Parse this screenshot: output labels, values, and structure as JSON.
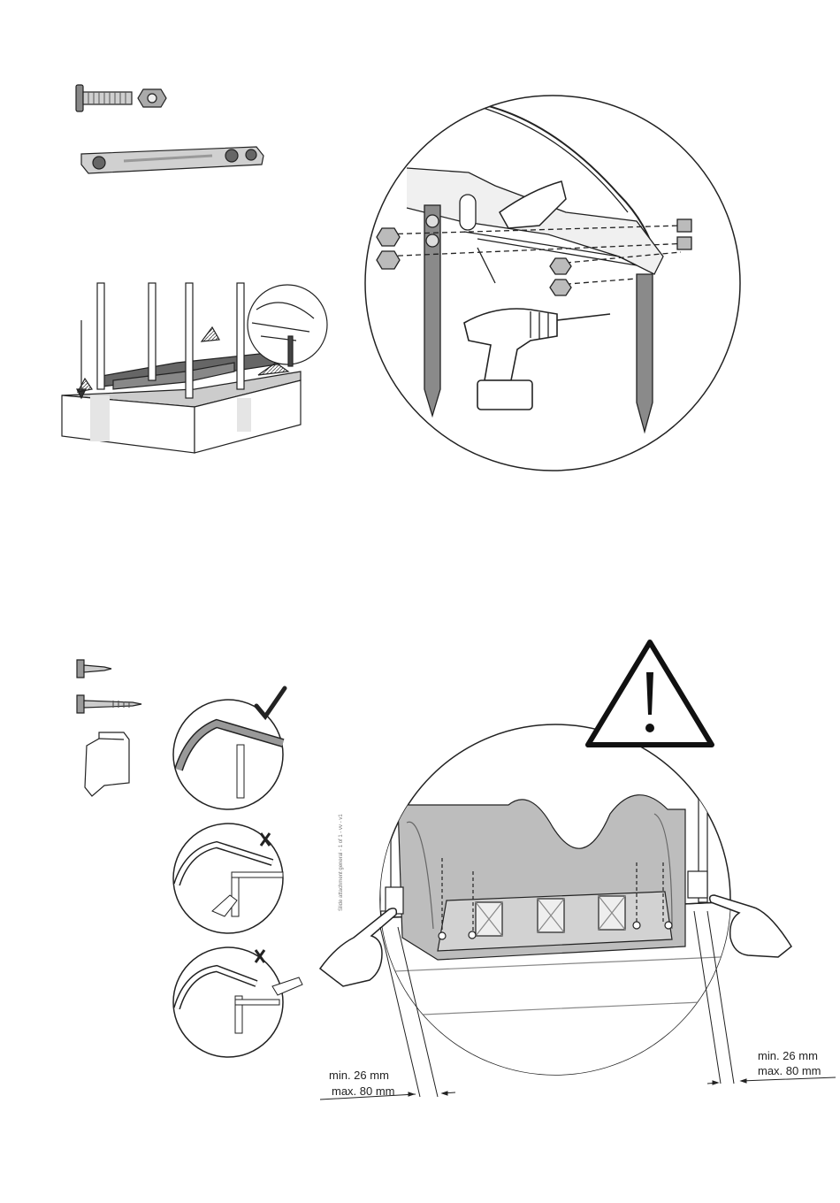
{
  "dimensions": {
    "left": {
      "min": "min. 26 mm",
      "max": "max. 80 mm"
    },
    "right": {
      "min": "min. 26 mm",
      "max": "max. 80 mm"
    }
  },
  "tiny_side_text": "Slide attachment general - 1 of 1 - vv - v1",
  "icons": {
    "check": "checkmark-icon",
    "cross": "cross-mark-icon",
    "warning": "warning-triangle-icon"
  },
  "colors": {
    "line": "#222222",
    "slide_fill": "#bdbdbd",
    "metal_fill": "#d7d7d7"
  }
}
